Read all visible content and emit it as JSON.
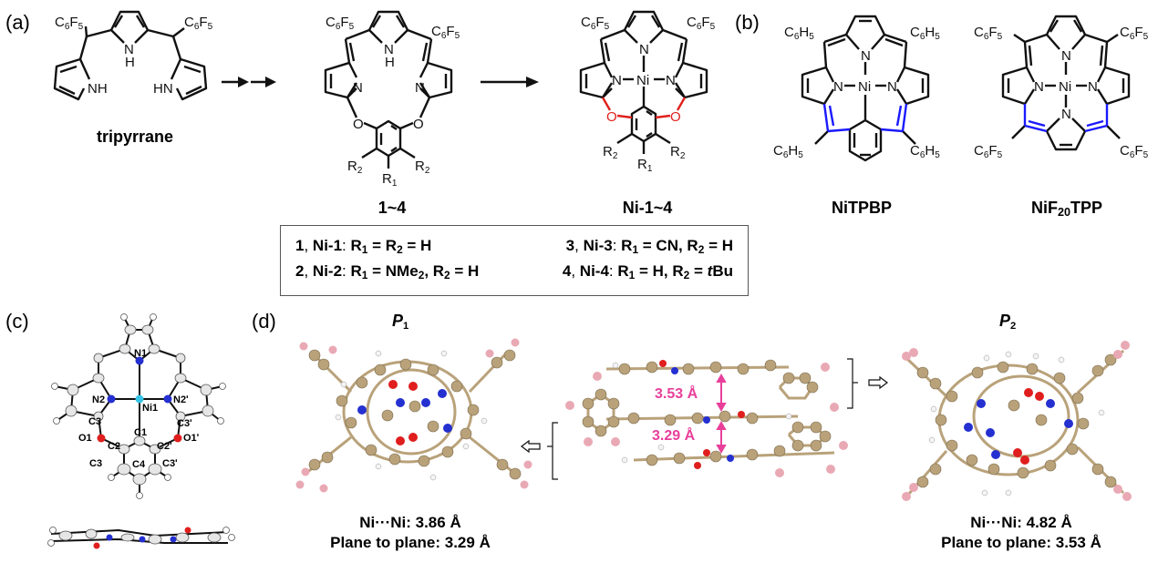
{
  "panels": {
    "a": {
      "label": "(a)",
      "tripyrrane": {
        "name": "tripyrrane",
        "substituents": [
          "C6F5",
          "C6F5"
        ],
        "nh_labels": [
          "NH",
          "N",
          "H",
          "HN"
        ]
      },
      "arrows": [
        "double-step arrow",
        "single-step arrow"
      ],
      "ligand": {
        "name": "1~4",
        "substituents_top": [
          "C6F5",
          "C6F5"
        ],
        "atoms": [
          "N",
          "H",
          "N",
          "N",
          "O",
          "O"
        ],
        "r_groups": [
          "R2",
          "R1",
          "R2"
        ]
      },
      "complex": {
        "name": "Ni-1~4",
        "substituents_top": [
          "C6F5",
          "C6F5"
        ],
        "atoms": [
          "N",
          "N",
          "Ni",
          "N",
          "O",
          "O"
        ],
        "r_groups": [
          "R2",
          "R1",
          "R2"
        ]
      },
      "legend": [
        {
          "left": {
            "num": "1",
            "ni": "Ni-1",
            "def": "R1 = R2 = H"
          },
          "right": {
            "num": "3",
            "ni": "Ni-3",
            "def": "R1 = CN, R2 = H"
          }
        },
        {
          "left": {
            "num": "2",
            "ni": "Ni-2",
            "def": "R1 = NMe2, R2 = H"
          },
          "right": {
            "num": "4",
            "ni": "Ni-4",
            "def": "R1 = H, R2 = tBu"
          }
        }
      ]
    },
    "b": {
      "label": "(b)",
      "compounds": [
        {
          "name_main": "NiTPBP",
          "substituents": [
            "C6H5",
            "C6H5",
            "C6H5",
            "C6H5"
          ]
        },
        {
          "name_pre": "NiF",
          "name_sub": "20",
          "name_post": "TPP",
          "substituents": [
            "C6F5",
            "C6F5",
            "C6F5",
            "C6F5"
          ]
        }
      ]
    },
    "c": {
      "label": "(c)",
      "atom_labels": [
        "N1",
        "N2",
        "Ni1",
        "N2ʹ",
        "C3",
        "C3ʹ",
        "O1",
        "O1ʹ",
        "C2",
        "C1",
        "C2ʹ",
        "C3",
        "C4",
        "C3ʹ"
      ]
    },
    "d": {
      "label": "(d)",
      "p1": {
        "title": "P",
        "sub": "1",
        "ni_ni": "Ni···Ni: 3.86 Å",
        "plane": "Plane to plane: 3.29 Å"
      },
      "p2": {
        "title": "P",
        "sub": "2",
        "ni_ni": "Ni···Ni: 4.82 Å",
        "plane": "Plane to plane: 3.53 Å"
      },
      "stack_distances": [
        "3.53 Å",
        "3.29 Å"
      ]
    }
  },
  "colors": {
    "bond": "#111111",
    "oxygen_bond": "#e0201c",
    "highlight_bond": "#1a1aff",
    "nickel": "#36c4e8",
    "nitrogen": "#2430d0",
    "oxygen": "#e01e1e",
    "carbon": "#b9a27a",
    "fluorine": "#e9a9b4",
    "hydrogen": "#f4f4f4",
    "distance": "#e8409a"
  }
}
